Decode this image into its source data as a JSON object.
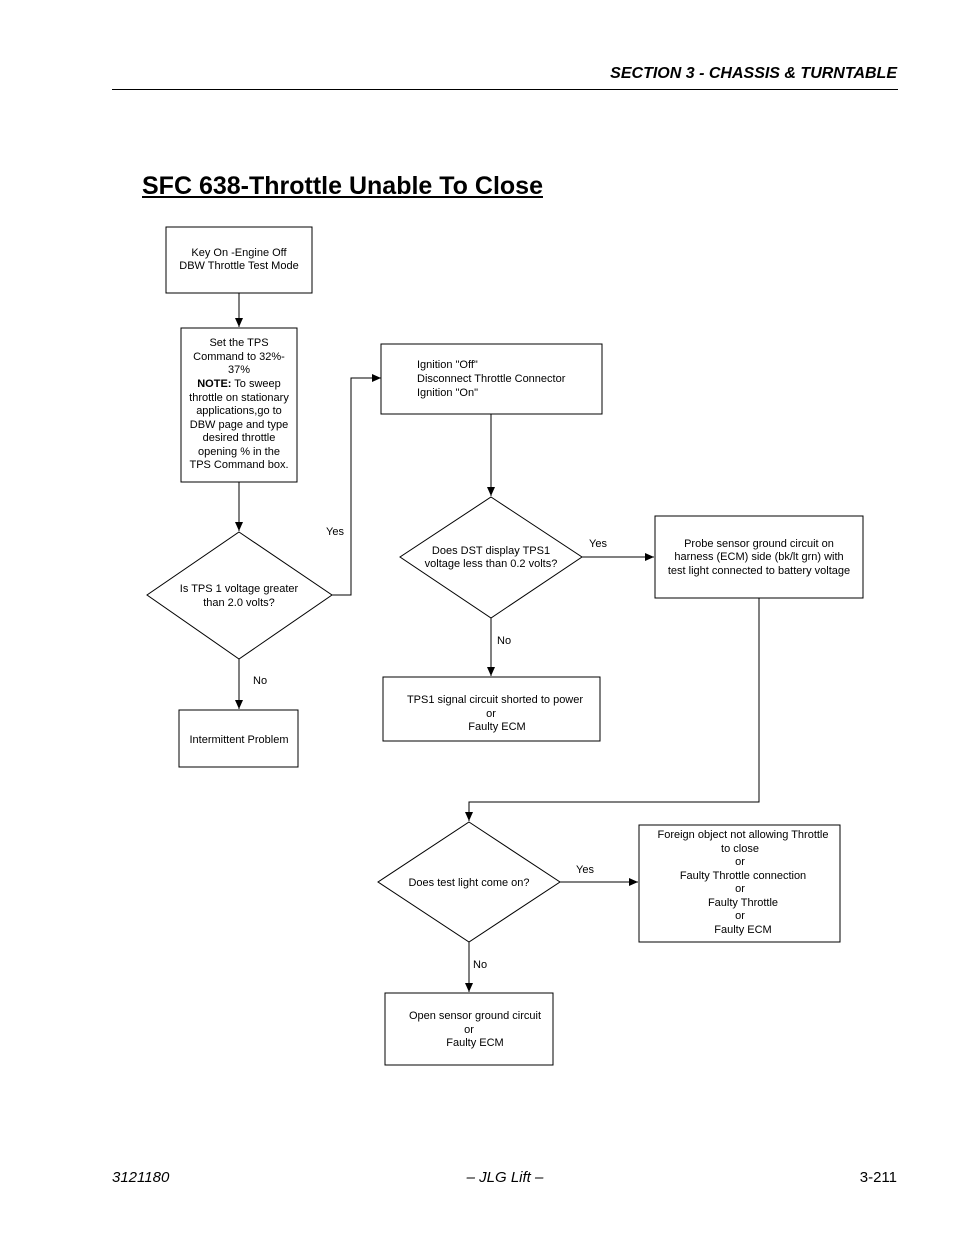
{
  "header": {
    "section": "SECTION 3 - CHASSIS & TURNTABLE"
  },
  "title": "SFC 638-Throttle Unable To Close",
  "flowchart": {
    "nodes": {
      "start": [
        "Key On -Engine Off",
        "DBW Throttle Test Mode"
      ],
      "set_tps": [
        "Set the TPS",
        "Command to 32%-",
        "37%",
        "NOTE: To sweep",
        "throttle on stationary",
        "applications,go to",
        "DBW page and type",
        "desired throttle",
        "opening % in the",
        "TPS Command  box."
      ],
      "tps1_decision": [
        "Is TPS 1 voltage greater",
        "than 2.0 volts?"
      ],
      "intermittent": [
        "Intermittent Problem"
      ],
      "ignition": [
        "Ignition \"Off\"",
        "Disconnect Throttle Connector",
        "Ignition \"On\""
      ],
      "dst_decision": [
        "Does DST display TPS1",
        "voltage less than 0.2 volts?"
      ],
      "probe": [
        "Probe sensor ground circuit on",
        "harness (ECM) side (bk/lt grn) with",
        "test light connected to battery voltage"
      ],
      "tps1_shorted": [
        "TPS1 signal circuit shorted to power",
        "or",
        "Faulty ECM"
      ],
      "testlight_decision": [
        "Does test light come on?"
      ],
      "foreign_object": [
        "Foreign object not allowing Throttle",
        "to close",
        "or",
        "Faulty Throttle connection",
        "or",
        "Faulty Throttle",
        "or",
        "Faulty ECM"
      ],
      "open_sensor": [
        "Open sensor ground circuit",
        "or",
        "Faulty ECM"
      ]
    },
    "edge_labels": {
      "yes": "Yes",
      "no": "No"
    }
  },
  "footer": {
    "doc_number": "3121180",
    "publisher": "– JLG Lift –",
    "page": "3-211"
  }
}
